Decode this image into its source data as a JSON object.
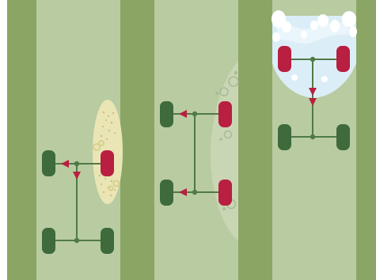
{
  "colors": {
    "background": "#ffffff",
    "stripe_dark": "#8ba664",
    "stripe_light": "#b9cba1",
    "wheel_normal": "#3e6a3c",
    "wheel_active": "#b81f40",
    "axle_line": "#4f7a47",
    "arrow": "#b81f40",
    "terrain_sand": "#eae5b5",
    "terrain_snow": "#dbeef8",
    "terrain_mud": "#c9d6b4"
  },
  "panels": [
    {
      "id": "sand",
      "terrain_icon": "sand-patch-icon",
      "active_wheels": [
        "front-right"
      ],
      "torque_arrows": [
        "front-left",
        "down-center"
      ]
    },
    {
      "id": "mud",
      "terrain_icon": "mud-patch-icon",
      "active_wheels": [
        "front-right",
        "rear-right"
      ],
      "torque_arrows": [
        "front-left",
        "rear-left"
      ]
    },
    {
      "id": "snow",
      "terrain_icon": "snow-patch-icon",
      "active_wheels": [
        "front-left",
        "front-right"
      ],
      "torque_arrows": [
        "down-center"
      ]
    }
  ]
}
